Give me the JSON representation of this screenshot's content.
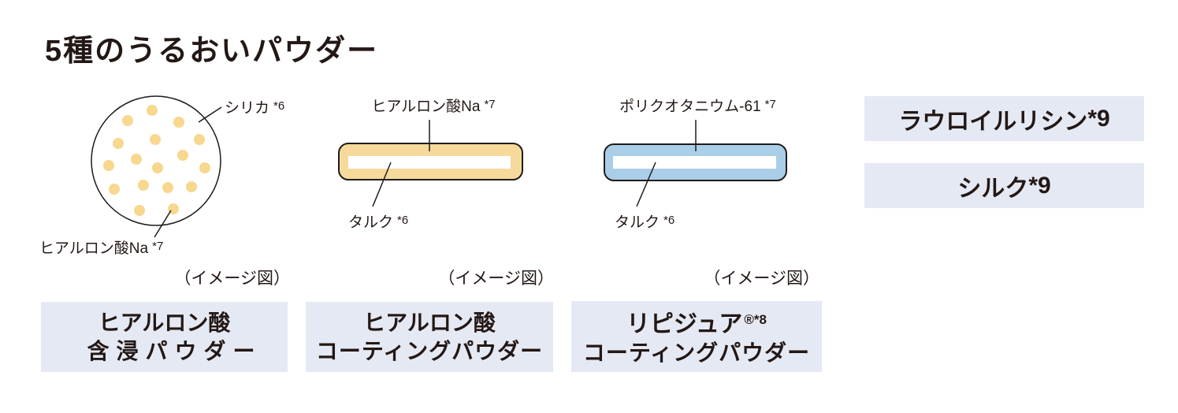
{
  "title": "5種のうるおいパウダー",
  "panels": [
    {
      "note": "（イメージ図）",
      "caption": {
        "line1": "ヒアルロン酸",
        "line2": "含浸パウダー"
      },
      "annotations": {
        "silica": {
          "text": "シリカ",
          "ref": "*6"
        },
        "hyaluronic": {
          "text": "ヒアルロン酸Na",
          "ref": "*7"
        }
      }
    },
    {
      "note": "（イメージ図）",
      "caption": {
        "line1": "ヒアルロン酸",
        "line2": "コーティングパウダー"
      },
      "annotations": {
        "coating": {
          "text": "ヒアルロン酸Na",
          "ref": "*7"
        },
        "core": {
          "text": "タルク",
          "ref": "*6"
        }
      }
    },
    {
      "note": "（イメージ図）",
      "caption": {
        "line1": "リピジュア",
        "line1_ref": "®*8",
        "line2": "コーティングパウダー"
      },
      "annotations": {
        "coating": {
          "text": "ポリクオタニウム-61",
          "ref": "*7"
        },
        "core": {
          "text": "タルク",
          "ref": "*6"
        }
      }
    }
  ],
  "side_powders": [
    {
      "text": "ラウロイルリシン",
      "ref": "*9"
    },
    {
      "text": "シルク",
      "ref": "*9"
    }
  ],
  "colors": {
    "powder_yellow": "#F6DA9B",
    "powder_yellow_dot": "#F8D78E",
    "powder_blue": "#ABCEE8",
    "label_box_bg": "#E5E9F3",
    "outline": "#1f1c1a",
    "text": "#231815"
  }
}
